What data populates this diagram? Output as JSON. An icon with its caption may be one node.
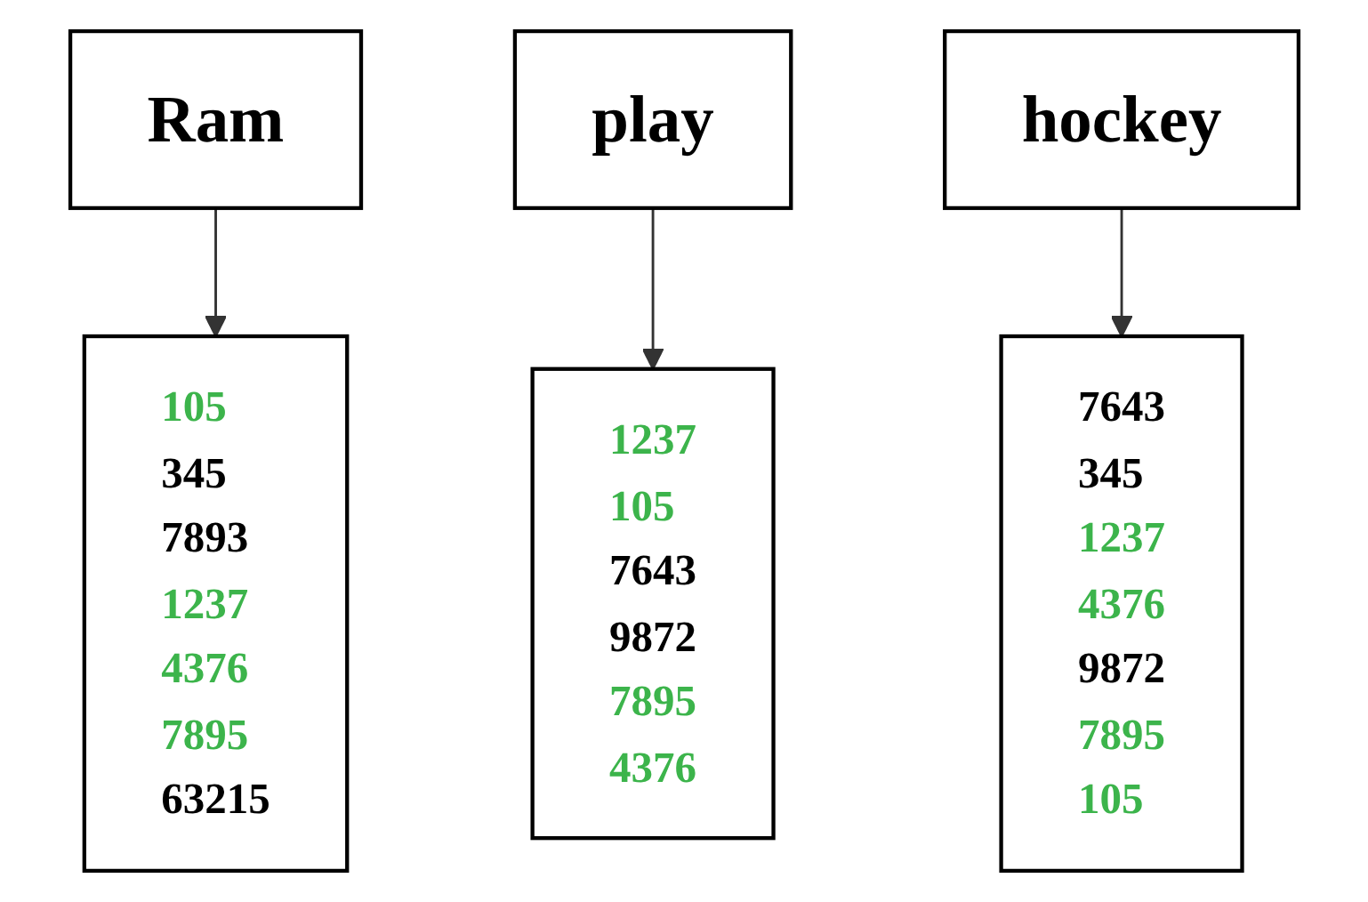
{
  "diagram": {
    "nodes": [
      {
        "text": [
          "Ram"
        ]
      },
      {
        "text": [
          "play"
        ]
      },
      {
        "text": [
          "hockey"
        ]
      },
      {
        "text": [
          "105",
          "345",
          "7893",
          "1237",
          "4376",
          "7895",
          "63215"
        ]
      },
      {
        "text": [
          "1237",
          "105",
          "7643",
          "9872",
          "7895",
          "4376"
        ]
      },
      {
        "text": [
          "7643",
          "345",
          "1237",
          "4376",
          "9872",
          "7895",
          "105"
        ]
      }
    ],
    "edges": [
      {
        "from": 0,
        "to": 3,
        "arrow": "to"
      },
      {
        "from": 1,
        "to": 4,
        "arrow": "to"
      },
      {
        "from": 2,
        "to": 5,
        "arrow": "to"
      }
    ]
  }
}
